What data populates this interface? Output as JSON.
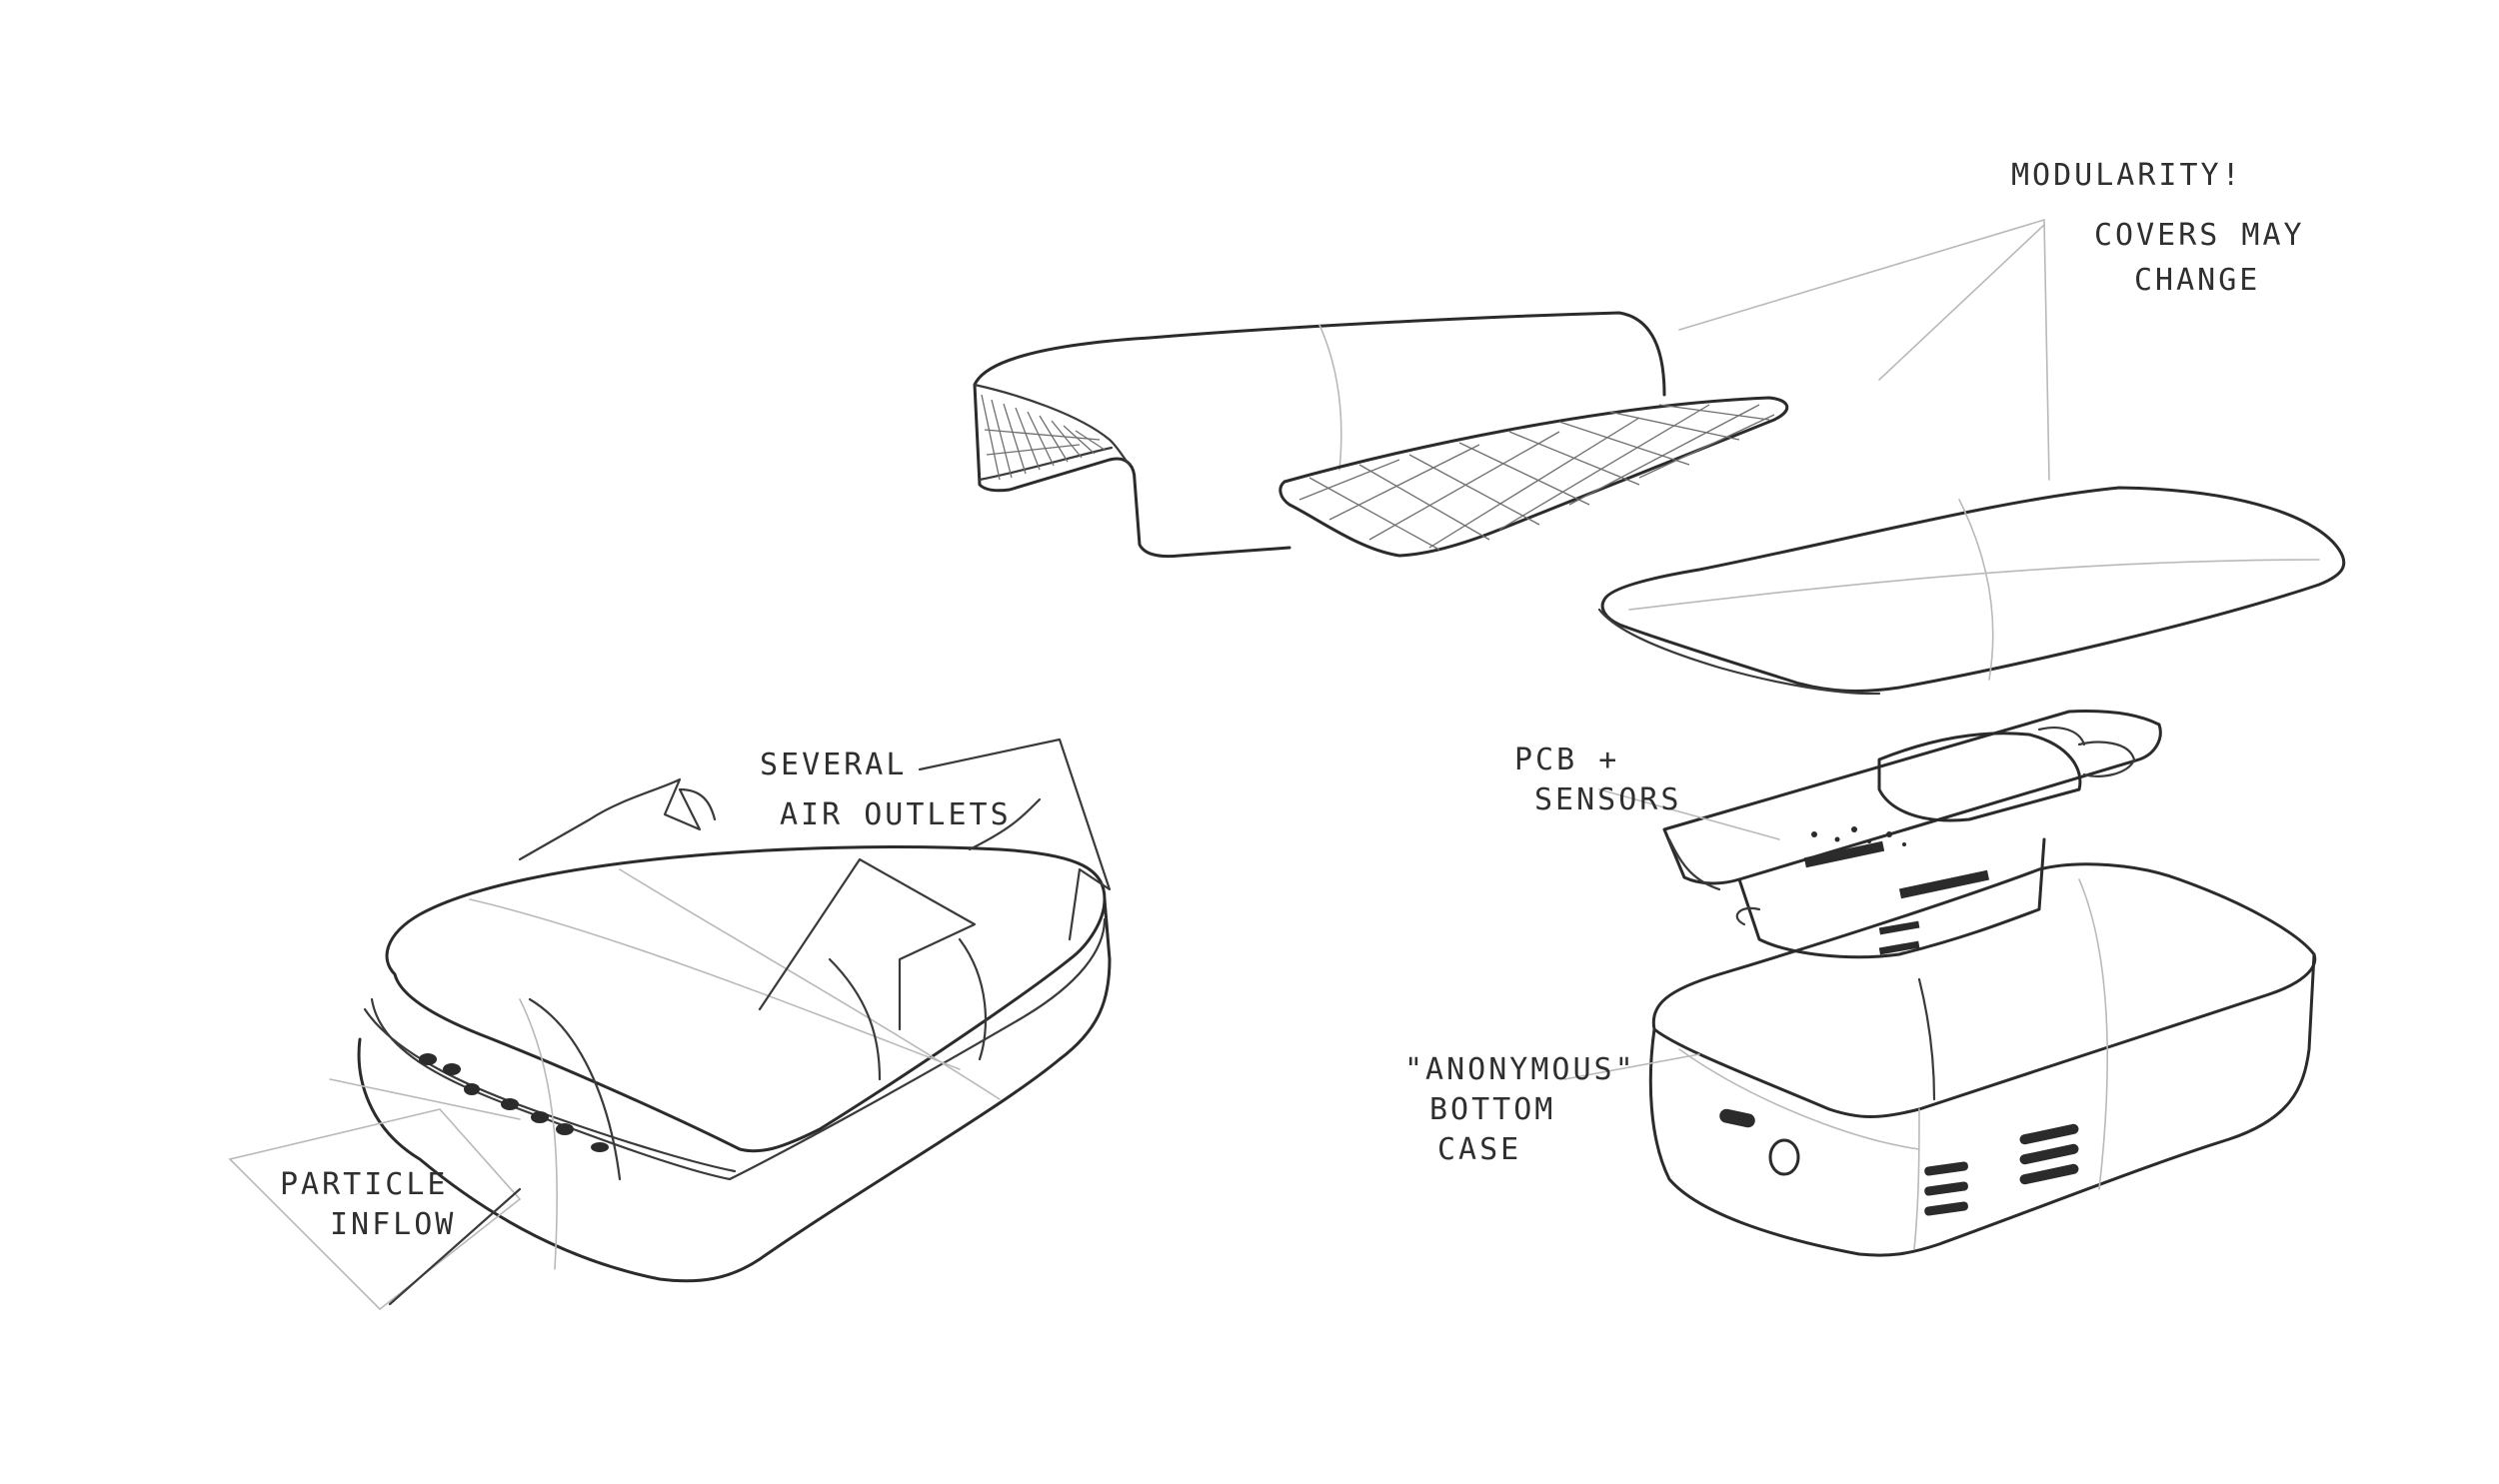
{
  "annotations": {
    "modularity": "MODULARITY!",
    "covers_line1": "COVERS MAY",
    "covers_line2": "CHANGE",
    "several_line1": "SEVERAL",
    "several_line2": "AIR OUTLETS",
    "particle_line1": "PARTICLE",
    "particle_line2": "INFLOW",
    "pcb_line1": "PCB +",
    "pcb_line2": "SENSORS",
    "case_line1": "\"ANONYMOUS\"",
    "case_line2": "BOTTOM",
    "case_line3": "CASE"
  },
  "colors": {
    "ink": "#2b2b2b",
    "guide": "#b9b9b9",
    "paper": "#ffffff"
  }
}
